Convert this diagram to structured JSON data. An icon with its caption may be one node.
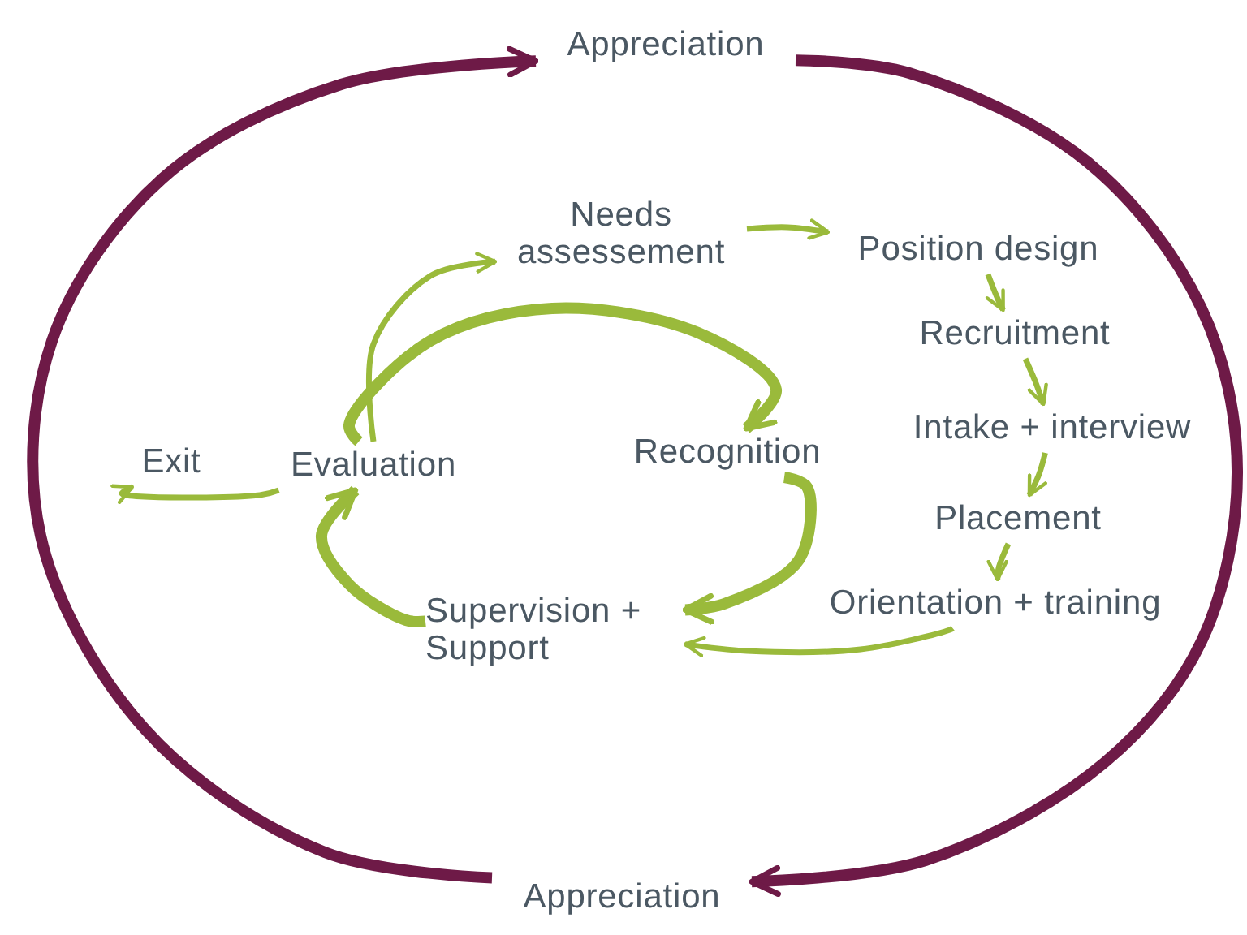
{
  "diagram": {
    "nodes": [
      {
        "text": [
          "Appreciation"
        ]
      },
      {
        "text": [
          "Appreciation"
        ]
      },
      {
        "text": [
          "Needs assessement"
        ]
      },
      {
        "text": [
          "Position design"
        ]
      },
      {
        "text": [
          "Recruitment"
        ]
      },
      {
        "text": [
          "Intake + interview"
        ]
      },
      {
        "text": [
          "Placement"
        ]
      },
      {
        "text": [
          "Orientation + training"
        ]
      },
      {
        "text": [
          "Supervision + Support"
        ]
      },
      {
        "text": [
          "Evaluation"
        ]
      },
      {
        "text": [
          "Recognition"
        ]
      },
      {
        "text": [
          "Exit"
        ]
      }
    ],
    "edges": [
      {
        "from": 0,
        "to": 1,
        "arrow": "to",
        "style": "thick",
        "color": "#6e1a47"
      },
      {
        "from": 1,
        "to": 0,
        "arrow": "to",
        "style": "thick",
        "color": "#6e1a47"
      },
      {
        "from": 2,
        "to": 3,
        "arrow": "to"
      },
      {
        "from": 3,
        "to": 4,
        "arrow": "to"
      },
      {
        "from": 4,
        "to": 5,
        "arrow": "to"
      },
      {
        "from": 5,
        "to": 6,
        "arrow": "to"
      },
      {
        "from": 6,
        "to": 7,
        "arrow": "to"
      },
      {
        "from": 7,
        "to": 8,
        "arrow": "to"
      },
      {
        "from": 8,
        "to": 9,
        "arrow": "to",
        "style": "thick"
      },
      {
        "from": 9,
        "to": 2,
        "arrow": "to"
      },
      {
        "from": 9,
        "to": 10,
        "arrow": "to",
        "style": "thick"
      },
      {
        "from": 10,
        "to": 8,
        "arrow": "to",
        "style": "thick"
      },
      {
        "from": 9,
        "to": 11,
        "arrow": "to"
      }
    ]
  }
}
